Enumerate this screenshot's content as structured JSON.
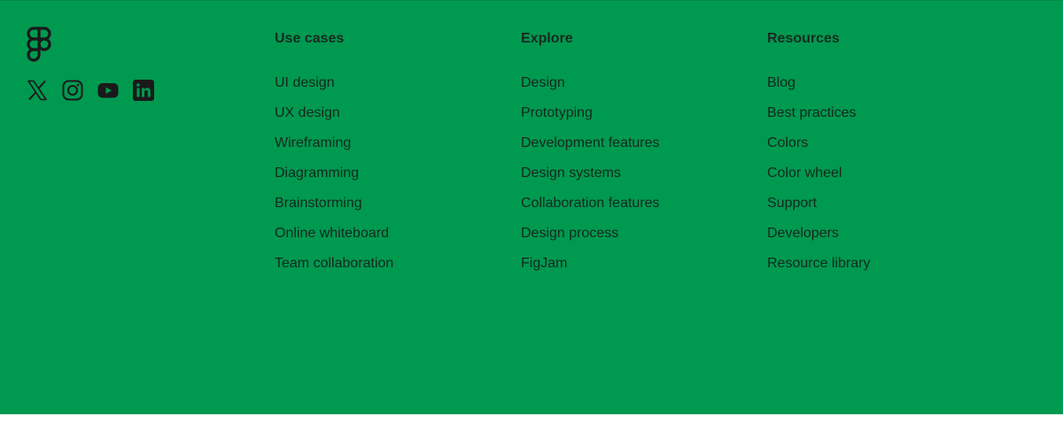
{
  "brand": {
    "logo_icon": "figma-logo-icon",
    "icon_color": "#1a1a1a",
    "socials": [
      {
        "name": "x-icon"
      },
      {
        "name": "instagram-icon"
      },
      {
        "name": "youtube-icon"
      },
      {
        "name": "linkedin-icon"
      }
    ]
  },
  "colors": {
    "footer_background": "#009950",
    "text": "#16281e",
    "page_background": "#ffffff"
  },
  "columns": [
    {
      "heading": "Use cases",
      "links": [
        "UI design",
        "UX design",
        "Wireframing",
        "Diagramming",
        "Brainstorming",
        "Online whiteboard",
        "Team collaboration"
      ]
    },
    {
      "heading": "Explore",
      "links": [
        "Design",
        "Prototyping",
        "Development features",
        "Design systems",
        "Collaboration features",
        "Design process",
        "FigJam"
      ]
    },
    {
      "heading": "Resources",
      "links": [
        "Blog",
        "Best practices",
        "Colors",
        "Color wheel",
        "Support",
        "Developers",
        "Resource library"
      ]
    }
  ]
}
